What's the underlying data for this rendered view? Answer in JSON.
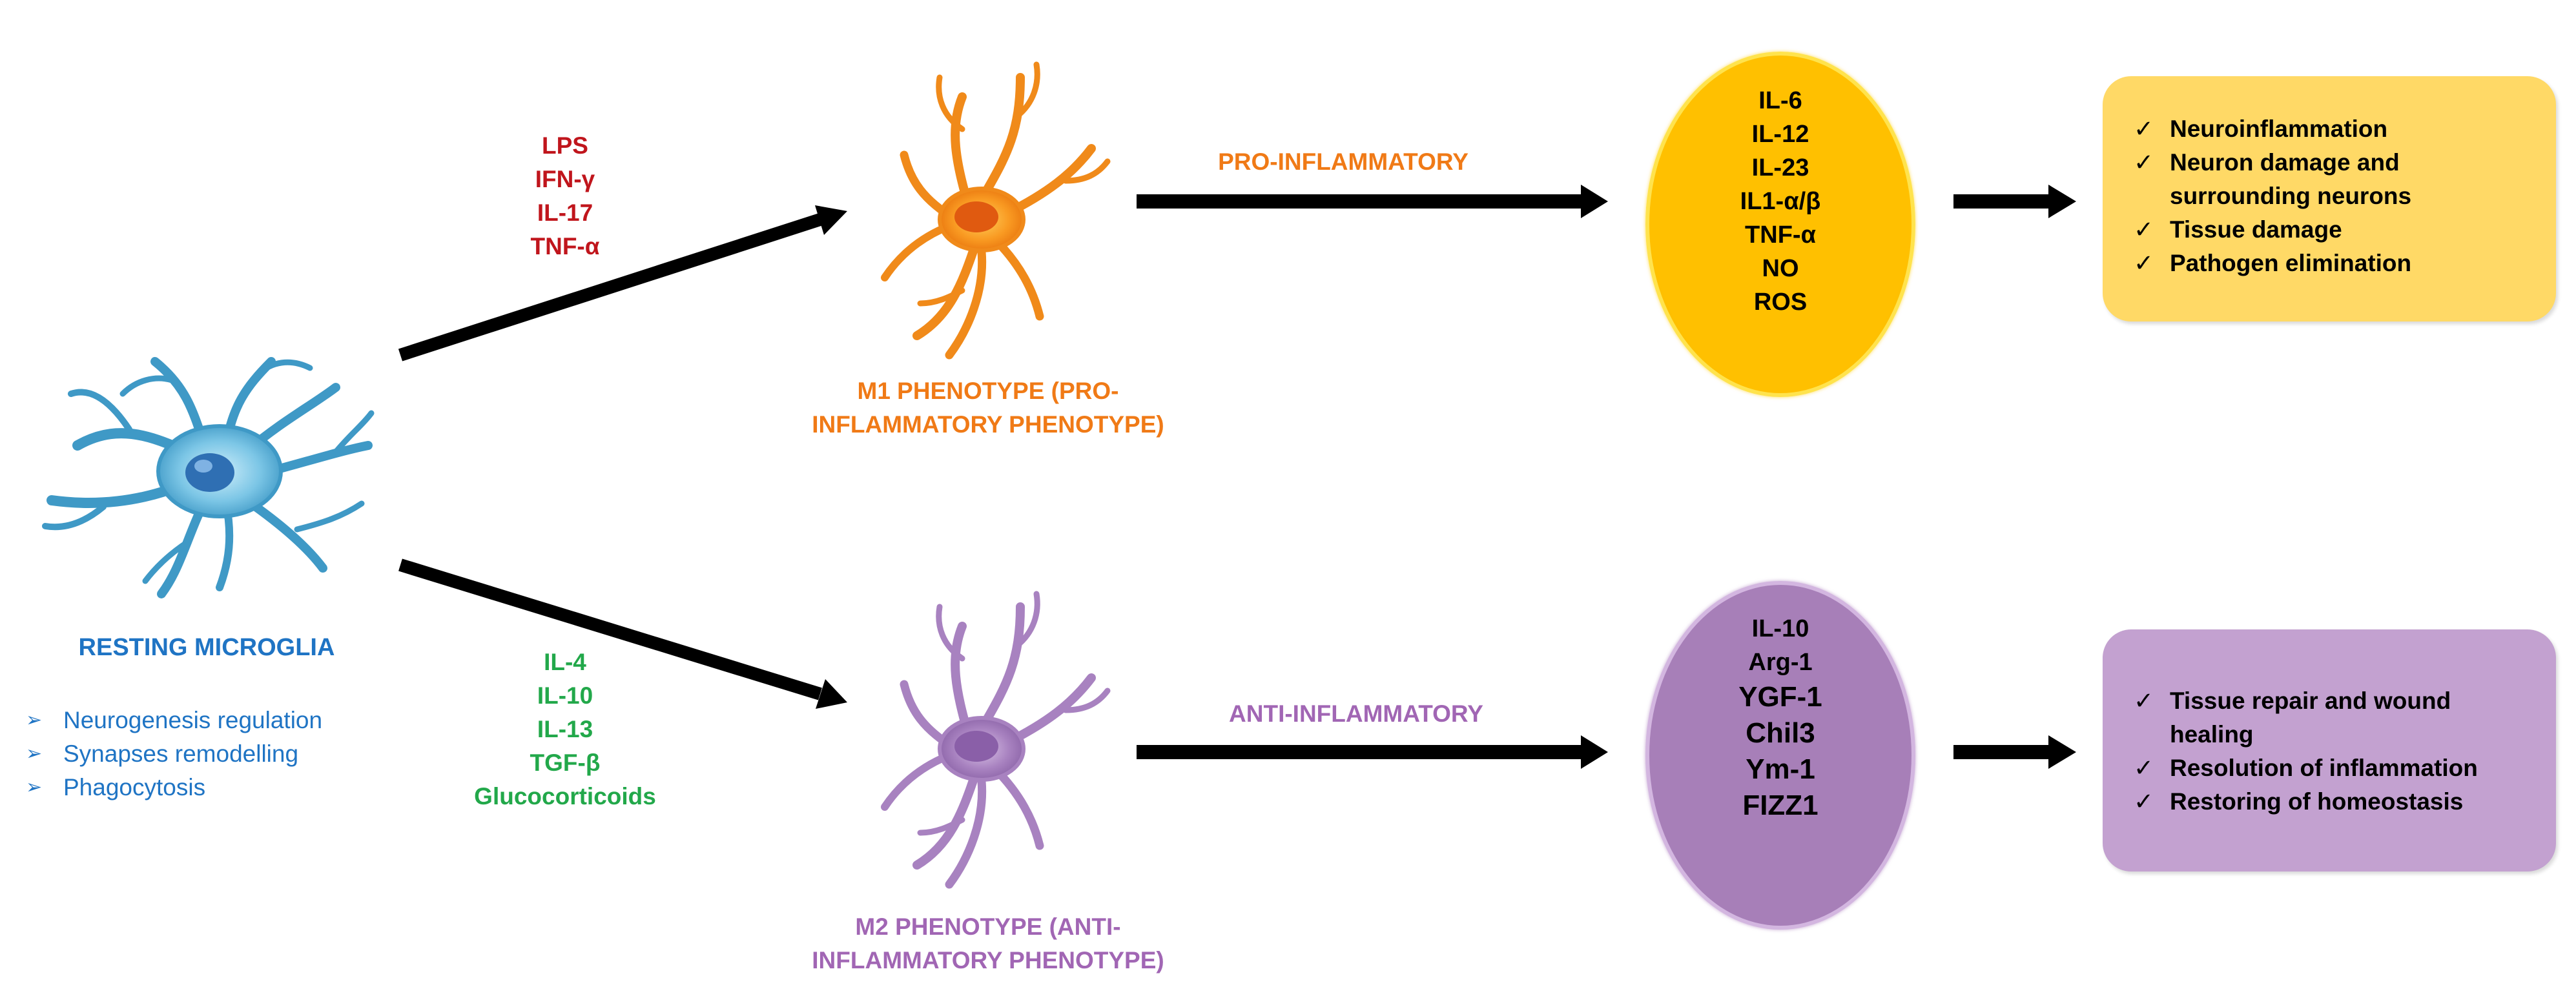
{
  "resting": {
    "title": "RESTING MICROGLIA",
    "functions": [
      "Neurogenesis  regulation",
      "Synapses remodelling",
      "Phagocytosis"
    ]
  },
  "m1": {
    "stimuli": [
      "LPS",
      "IFN-γ",
      "IL-17",
      "TNF-α"
    ],
    "label_line1": "M1 PHENOTYPE (PRO-",
    "label_line2": "INFLAMMATORY PHENOTYPE)",
    "pathway_label": "PRO-INFLAMMATORY",
    "mediators": [
      "IL-6",
      "IL-12",
      "IL-23",
      "IL1-α/β",
      "TNF-α",
      "NO",
      "ROS"
    ],
    "outcomes": [
      "Neuroinflammation",
      "Neuron damage and\nsurrounding neurons",
      "Tissue damage",
      "Pathogen elimination"
    ]
  },
  "m2": {
    "stimuli": [
      "IL-4",
      "IL-10",
      "IL-13",
      "TGF-β",
      "Glucocorticoids"
    ],
    "label_line1": "M2 PHENOTYPE (ANTI-",
    "label_line2": "INFLAMMATORY PHENOTYPE)",
    "pathway_label": "ANTI-INFLAMMATORY",
    "mediators": [
      "IL-10",
      "Arg-1",
      "YGF-1",
      "Chil3",
      "Ym-1",
      "FIZZ1"
    ],
    "outcomes": [
      "Tissue repair and wound\nhealing",
      "Resolution of inflammation",
      "Restoring of homeostasis"
    ]
  },
  "symbols": {
    "check": "✓",
    "bullet": "➢"
  },
  "colors": {
    "resting": "#1f74c4",
    "m1_stimuli": "#c0151c",
    "m2_stimuli": "#22a84a",
    "m1_accent": "#f07a16",
    "m2_accent": "#a166b4",
    "m1_oval": "#ffc000",
    "m2_oval": "#a77fb8",
    "m1_box": "#ffd966",
    "m2_box": "#c3a1d0"
  }
}
